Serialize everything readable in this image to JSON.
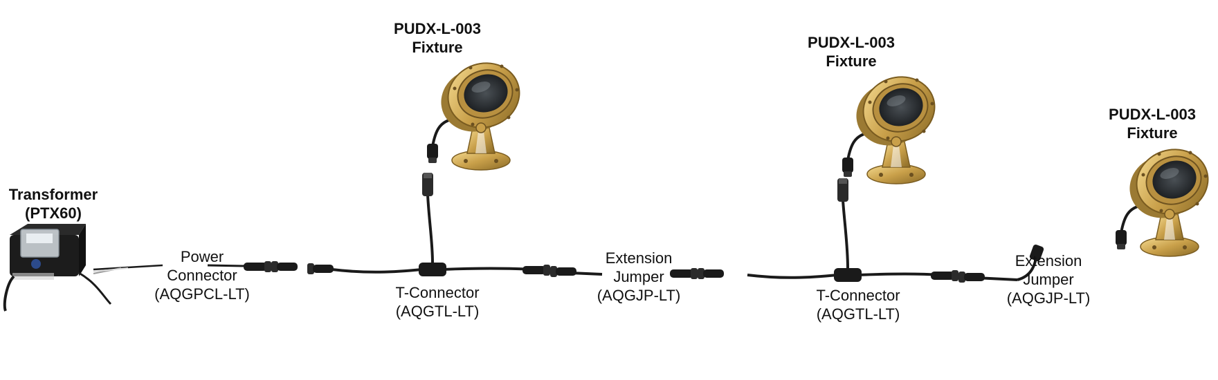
{
  "colors": {
    "cable": "#1a1a1a",
    "brass_light": "#f0cf7a",
    "brass_mid": "#c9a04a",
    "brass_dark": "#8a6a26",
    "lens": "#2e3236",
    "transformer_body": "#1c1c1c",
    "transformer_lid": "#d6dde2"
  },
  "labels": {
    "fixture_1": {
      "line1": "PUDX-L-003",
      "line2": "Fixture"
    },
    "fixture_2": {
      "line1": "PUDX-L-003",
      "line2": "Fixture"
    },
    "fixture_3": {
      "line1": "PUDX-L-003",
      "line2": "Fixture"
    },
    "transformer": {
      "line1": "Transformer",
      "line2": "(PTX60)"
    },
    "power_connector": {
      "line1": "Power",
      "line2": "Connector",
      "line3": "(AQGPCL-LT)"
    },
    "t_connector_1": {
      "line1": "T-Connector",
      "line2": "(AQGTL-LT)"
    },
    "extension_jumper_1": {
      "line1": "Extension",
      "line2": "Jumper",
      "line3": "(AQGJP-LT)"
    },
    "t_connector_2": {
      "line1": "T-Connector",
      "line2": "(AQGTL-LT)"
    },
    "extension_jumper_2": {
      "line1": "Extension",
      "line2": "Jumper",
      "line3": "(AQGJP-LT)"
    }
  },
  "icons": {
    "transformer": "transformer-icon",
    "fixture": "spotlight-fixture-icon",
    "connector": "cable-connector-icon"
  }
}
